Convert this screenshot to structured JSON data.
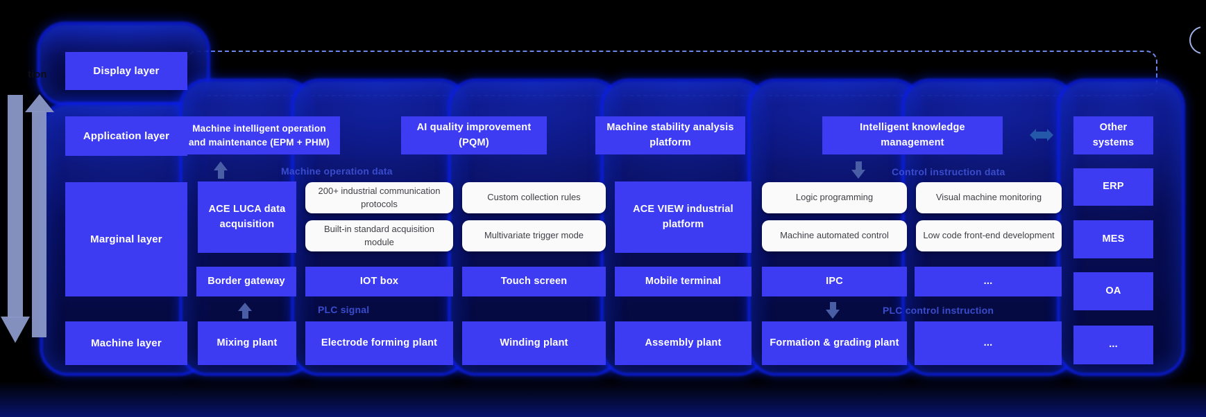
{
  "clipped_left_text": "tion",
  "layer_column": [
    "Display layer",
    "Application layer",
    "Marginal layer",
    "Machine layer"
  ],
  "application_row": [
    "Machine intelligent operation and maintenance (EPM + PHM)",
    "AI quality improvement (PQM)",
    "Machine stability analysis platform",
    "Intelligent knowledge management"
  ],
  "right_column": [
    "Other systems",
    "ERP",
    "MES",
    "OA",
    "..."
  ],
  "marginal_row": {
    "ace_luca": "ACE LUCA data acquisition",
    "ace_view": "ACE VIEW industrial platform",
    "pill_groups": [
      {
        "top": "200+ industrial communication protocols",
        "bottom": "Built-in standard acquisition module"
      },
      {
        "top": "Custom collection rules",
        "bottom": "Multivariate trigger mode"
      },
      {
        "top": "Logic programming",
        "bottom": "Machine automated control"
      },
      {
        "top": "Visual machine monitoring",
        "bottom": "Low code front-end development"
      }
    ]
  },
  "terminal_row": [
    "Border gateway",
    "IOT box",
    "Touch screen",
    "Mobile terminal",
    "IPC",
    "..."
  ],
  "machine_row": [
    "Mixing plant",
    "Electrode forming plant",
    "Winding plant",
    "Assembly plant",
    "Formation & grading plant",
    "...",
    "..."
  ],
  "flow_labels": {
    "machine_operation_data": "Machine operation data",
    "control_instruction_data": "Control instruction data",
    "plc_signal": "PLC signal",
    "plc_control_instruction": "PLC control instruction"
  },
  "icons": {
    "big_down_arrow": "down-flow-arrow",
    "big_up_arrow": "up-flow-arrow",
    "double_arrow": "left-right-double-arrow",
    "small_up_arrow": "up-arrow",
    "small_down_arrow": "down-arrow"
  },
  "colors": {
    "accent_blue": "#3e3cf2",
    "glow_blue": "#0a20e0",
    "band_navy": "#0a1270",
    "pill_white": "#fafafa",
    "flow_label_blue": "#3a4ccd",
    "big_arrow_slate": "#8a97c6",
    "double_arrow_blue": "#2458a8",
    "background": "#000000"
  }
}
